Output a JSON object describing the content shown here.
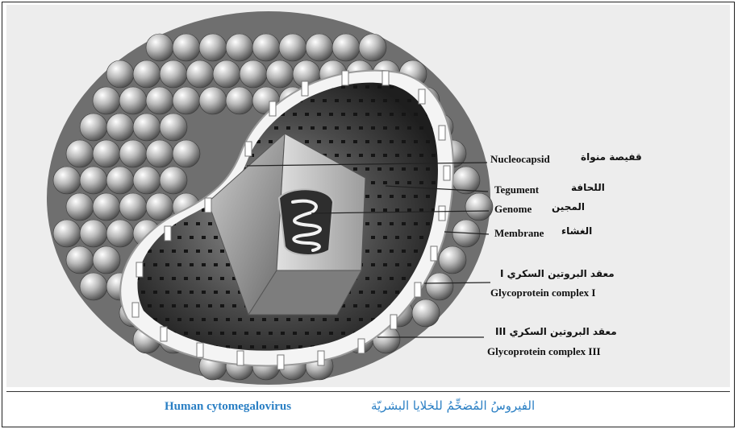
{
  "labels": {
    "nucleocapsid": {
      "en": "Nucleocapsid",
      "ar": "قفيصة منواة"
    },
    "tegument": {
      "en": "Tegument",
      "ar": "اللحافة"
    },
    "genome": {
      "en": "Genome",
      "ar": "المجين"
    },
    "membrane": {
      "en": "Membrane",
      "ar": "الغشاء"
    },
    "gc1": {
      "ar": "معقد البروتين السكري I",
      "en": "Glycoprotein complex I"
    },
    "gc3": {
      "ar": "معقد البروتين السكري III",
      "en": "Glycoprotein complex III"
    }
  },
  "caption": {
    "en": "Human cytomegalovirus",
    "ar": "الفيروسُ المُضخِّمُ للخلايا البشريّة"
  },
  "colors": {
    "caption": "#2a7fc4"
  }
}
